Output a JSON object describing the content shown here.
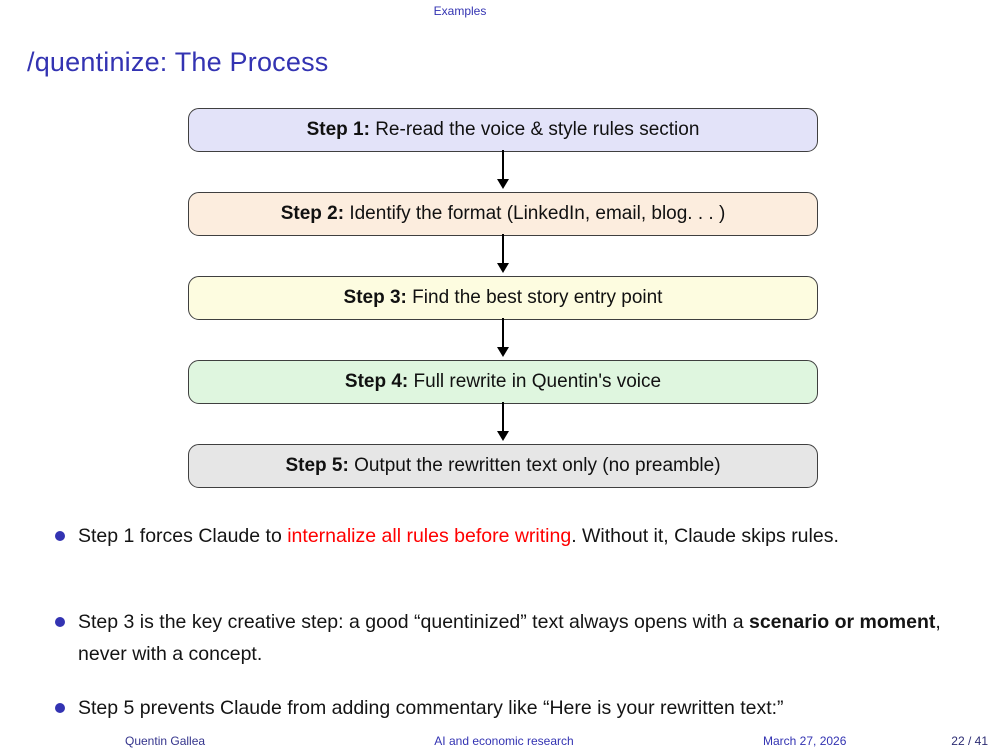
{
  "header": {
    "section": "Examples"
  },
  "title": "/quentinize: The Process",
  "colors": {
    "structure_blue": "#3333B2",
    "highlight_red": "#FF0000",
    "box_border": "#3f3f3f",
    "step1_fill": "#E3E3F9",
    "step2_fill": "#FCEDDE",
    "step3_fill": "#FDFCE0",
    "step4_fill": "#DFF6DF",
    "step5_fill": "#E6E6E6"
  },
  "flowchart": {
    "steps": [
      {
        "label": "Step 1:",
        "text": " Re-read the voice & style rules section",
        "fill": "#E3E3F9"
      },
      {
        "label": "Step 2:",
        "text": " Identify the format (LinkedIn, email, blog. . . )",
        "fill": "#FCEDDE"
      },
      {
        "label": "Step 3:",
        "text": " Find the best story entry point",
        "fill": "#FDFCE0"
      },
      {
        "label": "Step 4:",
        "text": " Full rewrite in Quentin's voice",
        "fill": "#DFF6DF"
      },
      {
        "label": "Step 5:",
        "text": " Output the rewritten text only (no preamble)",
        "fill": "#E6E6E6"
      }
    ]
  },
  "bullets": [
    {
      "segments": [
        {
          "text": "Step 1 forces Claude to "
        },
        {
          "text": "internalize all rules before writing",
          "style": "red"
        },
        {
          "text": ". Without it, Claude skips rules."
        }
      ]
    },
    {
      "segments": [
        {
          "text": "Step 3 is the key creative step: a good “quentinized” text always opens with a "
        },
        {
          "text": "scenario or moment",
          "style": "bold"
        },
        {
          "text": ", never with a concept."
        }
      ]
    },
    {
      "segments": [
        {
          "text": "Step 5 prevents Claude from adding commentary like “Here is your rewritten text:”"
        }
      ]
    }
  ],
  "footer": {
    "author": "Quentin Gallea",
    "short_title": "AI and economic research",
    "date": "March 27, 2026",
    "page": "22 / 41"
  }
}
